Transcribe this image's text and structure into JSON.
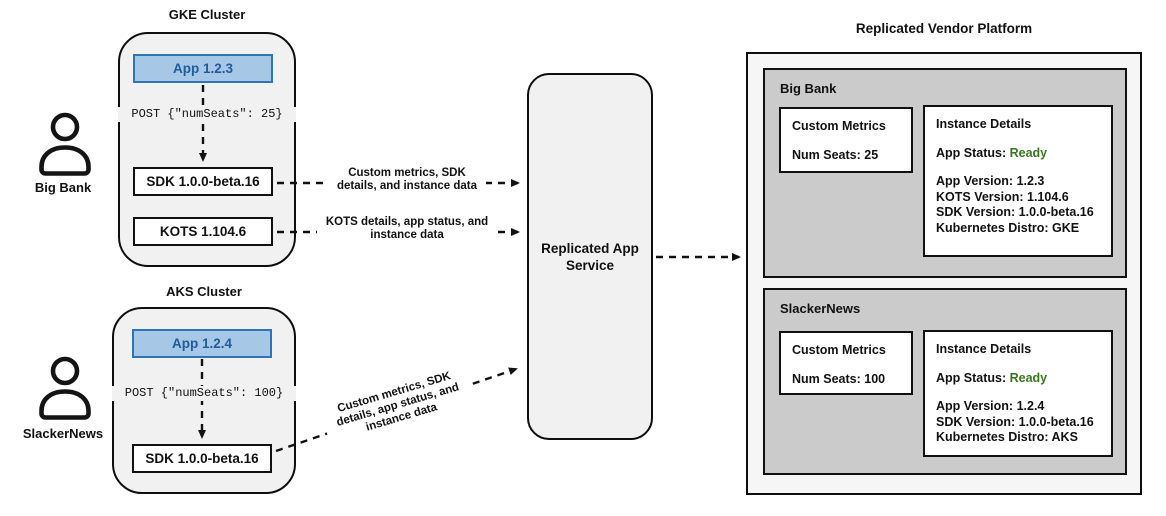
{
  "diagram": {
    "clusters": [
      {
        "title": "GKE Cluster",
        "user": "Big Bank",
        "app": "App 1.2.3",
        "post": "POST {\"numSeats\": 25}",
        "sdk": "SDK 1.0.0-beta.16",
        "kots": "KOTS 1.104.6"
      },
      {
        "title": "AKS Cluster",
        "user": "SlackerNews",
        "app": "App 1.2.4",
        "post": "POST {\"numSeats\": 100}",
        "sdk": "SDK 1.0.0-beta.16"
      }
    ],
    "service": {
      "label": "Replicated App Service"
    },
    "arrows": {
      "sdk_to_service": "Custom metrics, SDK details, and instance data",
      "kots_to_service": "KOTS details, app status, and instance data",
      "aks_sdk_to_service": "Custom metrics, SDK details, app status, and instance data"
    },
    "platform": {
      "title": "Replicated Vendor Platform",
      "tenants": [
        {
          "name": "Big Bank",
          "metrics_title": "Custom Metrics",
          "metrics_value": "Num Seats: 25",
          "details_title": "Instance Details",
          "status_label": "App Status: ",
          "status_value": "Ready",
          "lines": [
            "App Version: 1.2.3",
            "KOTS Version: 1.104.6",
            "SDK Version: 1.0.0-beta.16",
            "Kubernetes Distro: GKE"
          ]
        },
        {
          "name": "SlackerNews",
          "metrics_title": "Custom Metrics",
          "metrics_value": "Num Seats: 100",
          "details_title": "Instance Details",
          "status_label": "App Status: ",
          "status_value": "Ready",
          "lines": [
            "App Version: 1.2.4",
            "SDK Version: 1.0.0-beta.16",
            "Kubernetes Distro: AKS"
          ]
        }
      ]
    },
    "colors": {
      "app_box_fill": "#a7c7e7",
      "app_box_border": "#2e75b6",
      "app_box_text": "#1f5c99",
      "status_ready_green": "#38761d",
      "cluster_fill": "#f1f1f1",
      "tenant_panel_fill": "#cbcbcb"
    }
  }
}
